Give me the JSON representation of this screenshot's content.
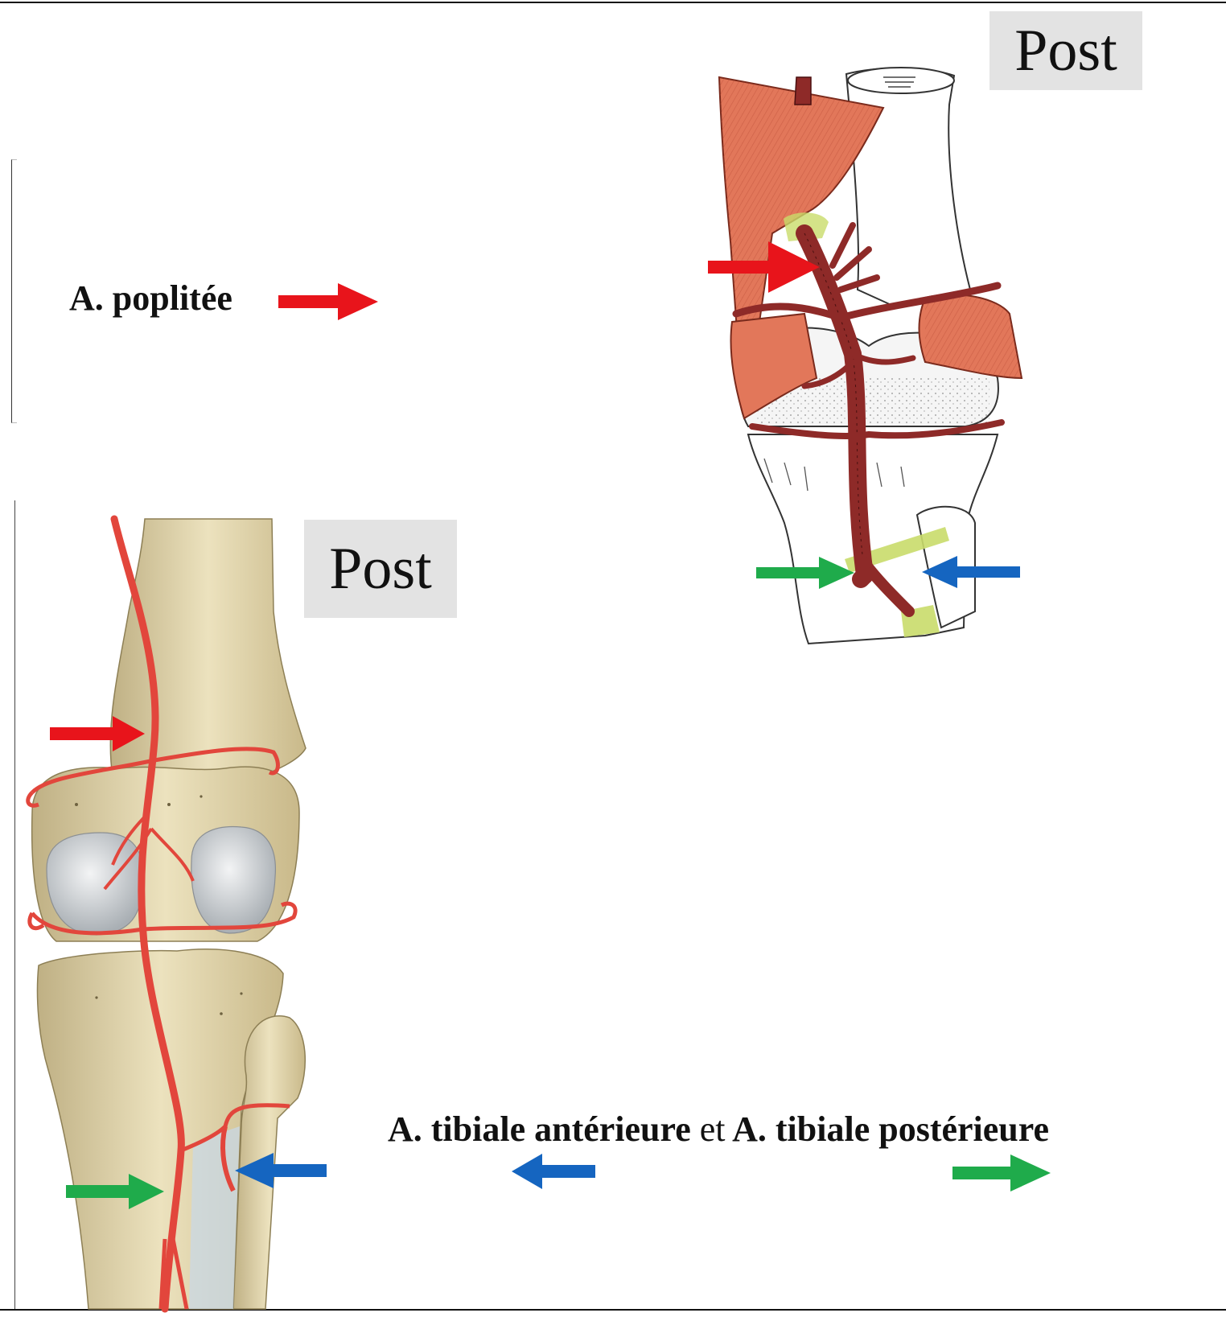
{
  "labels": {
    "poplitee": "A. poplitée",
    "tibiale_ant": "A. tibiale antérieure",
    "connector": "et",
    "tibiale_post": "A. tibiale postérieure"
  },
  "view_tags": {
    "top_figure": "Post",
    "bottom_figure": "Post"
  },
  "colors": {
    "red_arrow": "#e8141b",
    "green_arrow": "#1fab4b",
    "blue_arrow": "#1565c0",
    "artery_light": "#e2463c",
    "artery_dark": "#8e2a28",
    "muscle": "#e2775a",
    "bone": "#e6dcb6",
    "cartilage": "#d9dde0",
    "ligament": "#c9dc6a"
  },
  "arrow_legend": {
    "red": "A. poplitée",
    "blue": "A. tibiale antérieure",
    "green": "A. tibiale postérieure"
  }
}
